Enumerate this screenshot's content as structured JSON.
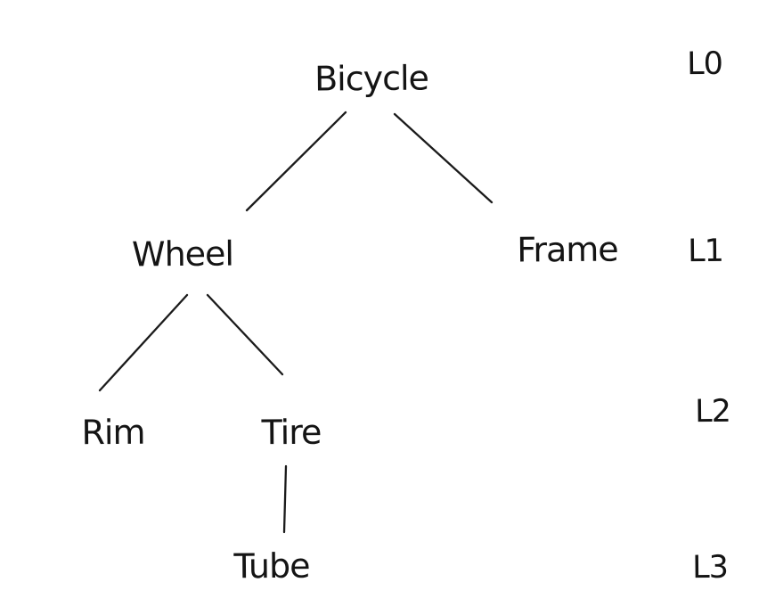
{
  "diagram": {
    "type": "tree",
    "background_color": "#ffffff",
    "ink_color": "#141414",
    "nodes": [
      {
        "id": "bicycle",
        "label": "Bicycle",
        "level": 0
      },
      {
        "id": "wheel",
        "label": "Wheel",
        "level": 1
      },
      {
        "id": "frame",
        "label": "Frame",
        "level": 1
      },
      {
        "id": "rim",
        "label": "Rim",
        "level": 2
      },
      {
        "id": "tire",
        "label": "Tire",
        "level": 2
      },
      {
        "id": "tube",
        "label": "Tube",
        "level": 3
      }
    ],
    "edges": [
      {
        "from": "Bicycle",
        "to": "Wheel"
      },
      {
        "from": "Bicycle",
        "to": "Frame"
      },
      {
        "from": "Wheel",
        "to": "Rim"
      },
      {
        "from": "Wheel",
        "to": "Tire"
      },
      {
        "from": "Tire",
        "to": "Tube"
      }
    ],
    "level_labels": [
      "L0",
      "L1",
      "L2",
      "L3"
    ]
  }
}
